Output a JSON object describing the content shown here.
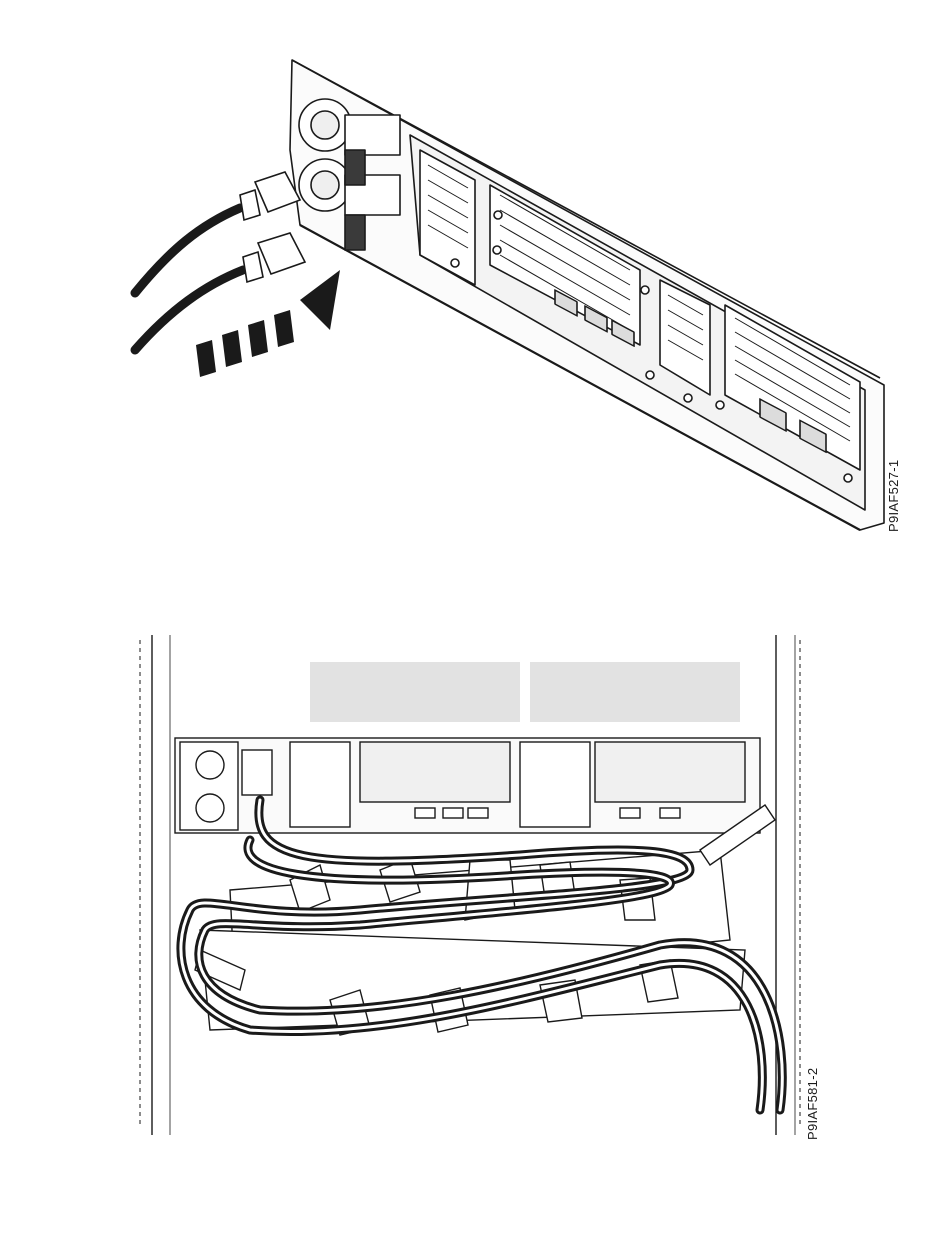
{
  "figures": [
    {
      "id": "top",
      "label": "P9IAF527-1",
      "icons": [
        "power-cord-icon",
        "power-cord-icon",
        "insert-arrow-icon"
      ]
    },
    {
      "id": "bottom",
      "label": "P9IAF581-2",
      "icons": [
        "rack-rail-icon",
        "cable-management-arm-icon",
        "power-cord-icon"
      ]
    }
  ],
  "colors": {
    "ink": "#1a1a1a",
    "paper": "#ffffff",
    "shade": "#9a9a9a",
    "dark_shade": "#3a3a3a"
  }
}
